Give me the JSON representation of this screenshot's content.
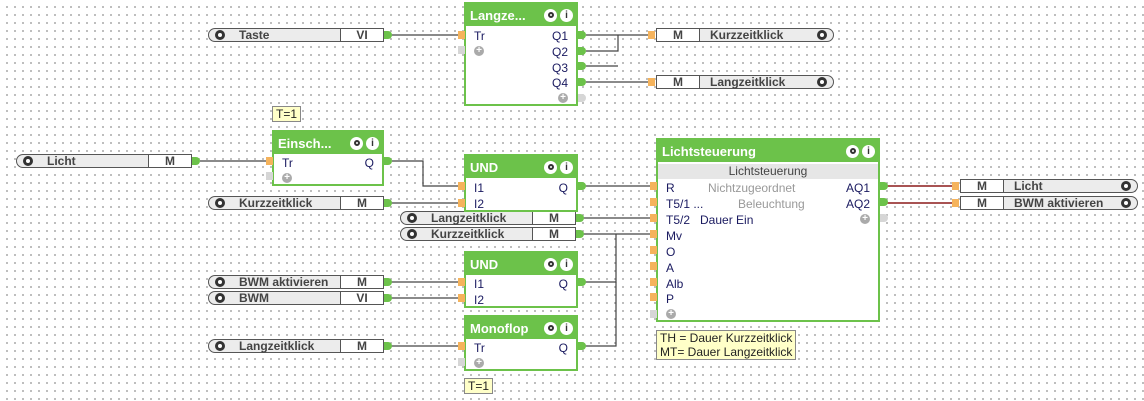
{
  "connectors": {
    "taste": {
      "name": "Taste",
      "type": "VI"
    },
    "licht_in": {
      "name": "Licht",
      "type": "M"
    },
    "kurz_in1": {
      "name": "Kurzzeitklick",
      "type": "M"
    },
    "lang_in1": {
      "name": "Langzeitklick",
      "type": "M"
    },
    "kurz_in2": {
      "name": "Kurzzeitklick",
      "type": "M"
    },
    "bwm_akt_in": {
      "name": "BWM aktivieren",
      "type": "M"
    },
    "bwm_in": {
      "name": "BWM",
      "type": "VI"
    },
    "lang_in2": {
      "name": "Langzeitklick",
      "type": "M"
    },
    "kurz_out": {
      "name": "Kurzzeitklick",
      "type": "M"
    },
    "lang_out": {
      "name": "Langzeitklick",
      "type": "M"
    },
    "licht_out": {
      "name": "Licht",
      "type": "M"
    },
    "bwm_akt_out": {
      "name": "BWM aktivieren",
      "type": "M"
    }
  },
  "blocks": {
    "langzeit": {
      "title": "Langze...",
      "inputs": [
        "Tr"
      ],
      "outputs": [
        "Q1",
        "Q2",
        "Q3",
        "Q4"
      ]
    },
    "einsch": {
      "title": "Einsch...",
      "inputs": [
        "Tr"
      ],
      "outputs": [
        "Q"
      ],
      "note": "T=1"
    },
    "und1": {
      "title": "UND",
      "inputs": [
        "I1",
        "I2"
      ],
      "outputs": [
        "Q"
      ]
    },
    "und2": {
      "title": "UND",
      "inputs": [
        "I1",
        "I2"
      ],
      "outputs": [
        "Q"
      ]
    },
    "monoflop": {
      "title": "Monoflop",
      "inputs": [
        "Tr"
      ],
      "outputs": [
        "Q"
      ],
      "note": "T=1"
    },
    "licht": {
      "title": "Lichtsteuerung",
      "subtitle": "Lichtsteuerung",
      "inputs": [
        "R",
        "T5/1 ...",
        "T5/2",
        "Mv",
        "O",
        "A",
        "Alb",
        "P"
      ],
      "param_r": "Nichtzugeordnet",
      "param_t51": "Beleuchtung",
      "param_t52": "Dauer Ein",
      "outputs": [
        "AQ1",
        "AQ2"
      ],
      "note_line1": "TH = Dauer Kurzzeitklick",
      "note_line2": "MT= Dauer Langzeitklick"
    }
  },
  "icons": {
    "plus": "+",
    "info": "i"
  },
  "colors": {
    "block_green": "#6cc24a",
    "input_pin": "#f5b35c",
    "wire": "#444444",
    "analog_wire": "#8b1a1a"
  }
}
